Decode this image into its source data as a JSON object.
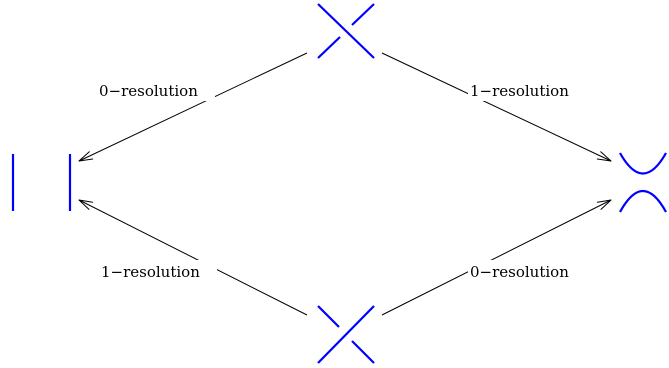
{
  "colors": {
    "strand": "#0000ff",
    "arrow": "#000000",
    "text": "#000000"
  },
  "nodes": {
    "top_crossing": {
      "kind": "crossing",
      "over_strand": "nw-se",
      "icon": "positive-crossing-icon"
    },
    "bottom_crossing": {
      "kind": "crossing",
      "over_strand": "ne-sw",
      "icon": "negative-crossing-icon"
    },
    "left_smoothing": {
      "kind": "vertical-smoothing",
      "icon": "vertical-smoothing-icon"
    },
    "right_smoothing": {
      "kind": "horizontal-smoothing",
      "icon": "horizontal-smoothing-icon"
    }
  },
  "edges": {
    "top_to_left": {
      "from": "top_crossing",
      "to": "left_smoothing",
      "label": "0−resolution"
    },
    "top_to_right": {
      "from": "top_crossing",
      "to": "right_smoothing",
      "label": "1−resolution"
    },
    "bottom_to_left": {
      "from": "bottom_crossing",
      "to": "left_smoothing",
      "label": "1−resolution"
    },
    "bottom_to_right": {
      "from": "bottom_crossing",
      "to": "right_smoothing",
      "label": "0−resolution"
    }
  }
}
